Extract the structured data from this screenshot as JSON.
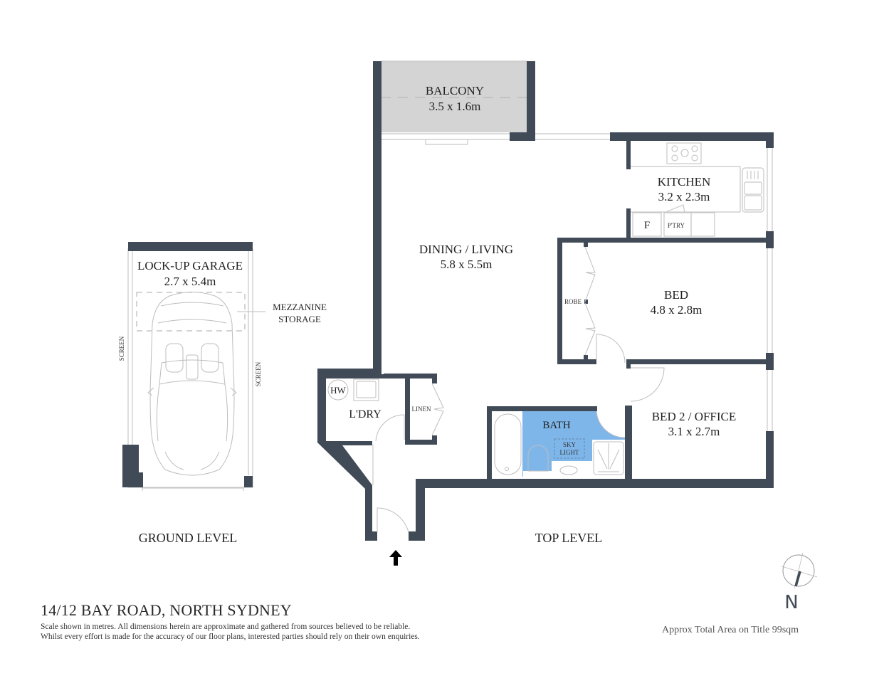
{
  "title": "14/12 BAY ROAD, NORTH SYDNEY",
  "disclaimer": {
    "line1": "Scale shown in metres. All dimensions herein are approximate and gathered from sources believed to be  reliable.",
    "line2": "Whilst every effort is made for the accuracy of our floor plans, interested parties should rely on their own enquiries."
  },
  "total_area": "Approx Total Area on Title 99sqm",
  "compass": {
    "label": "N"
  },
  "levels": {
    "ground": "GROUND LEVEL",
    "top": "TOP LEVEL"
  },
  "ground_level": {
    "garage": {
      "name": "LOCK-UP GARAGE",
      "dims": "2.7 x 5.4m"
    },
    "mezzanine": {
      "line1": "MEZZANINE",
      "line2": "STORAGE"
    },
    "screen_left": "SCREEN",
    "screen_right": "SCREEN"
  },
  "top_level": {
    "balcony": {
      "name": "BALCONY",
      "dims": "3.5 x 1.6m"
    },
    "kitchen": {
      "name": "KITCHEN",
      "dims": "3.2 x 2.3m",
      "fridge": "F",
      "pantry": "P'TRY"
    },
    "dining_living": {
      "name": "DINING / LIVING",
      "dims": "5.8 x 5.5m"
    },
    "bed": {
      "name": "BED",
      "dims": "4.8 x 2.8m",
      "robe": "ROBE"
    },
    "bed2": {
      "name": "BED 2 / OFFICE",
      "dims": "3.1 x 2.7m"
    },
    "bath": {
      "name": "BATH",
      "skylight_line1": "SKY",
      "skylight_line2": "LIGHT"
    },
    "laundry": {
      "name": "L'DRY",
      "hot_water": "HW"
    },
    "linen": {
      "name": "LINEN"
    },
    "entry_arrow": "entry-arrow"
  },
  "colors": {
    "wall": "#414b57",
    "balcony_fill": "#d4d4d4",
    "bath_fill": "#7fb6ea"
  }
}
